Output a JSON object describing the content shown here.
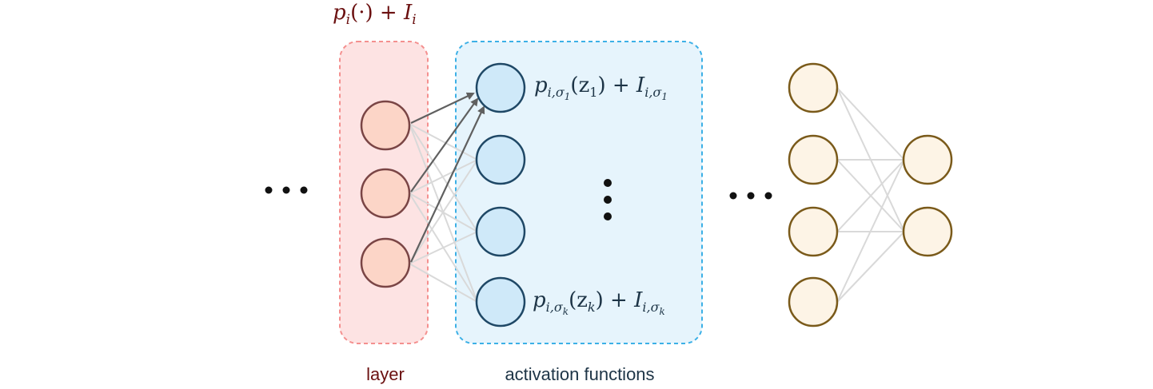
{
  "layer_formula": {
    "main": "p",
    "sub": "i",
    "rest": "(·) + ",
    "main2": "I",
    "sub2": "i"
  },
  "top_formula": {
    "p": "p",
    "psub": "i,σ",
    "psubsub": "1",
    "arg": "(z",
    "argsub": "1",
    "mid": ") + ",
    "I": "I",
    "isub": "i,σ",
    "isubsub": "1"
  },
  "bottom_formula": {
    "p": "p",
    "psub": "i,σ",
    "psubsub": "k",
    "arg": "(z",
    "argsub": "k",
    "mid": ") + ",
    "I": "I",
    "isub": "i,σ",
    "isubsub": "k"
  },
  "labels": {
    "layer": "layer",
    "activation": "activation functions"
  },
  "colors": {
    "layer_fill": "#fde3e3",
    "layer_border": "#f4908f",
    "layer_node": "#fcd5c7",
    "layer_node_stroke": "#7a4545",
    "act_fill": "#e6f4fc",
    "act_border": "#3cb0e6",
    "act_node": "#cfe9f9",
    "act_node_stroke": "#1f4866",
    "net_node": "#fdf4e6",
    "net_node_stroke": "#7a5a1a",
    "edge_gray": "#d9d9d9",
    "arrow": "#606060",
    "formula_dark": "#6b1010",
    "formula_navy": "#1d3446"
  }
}
